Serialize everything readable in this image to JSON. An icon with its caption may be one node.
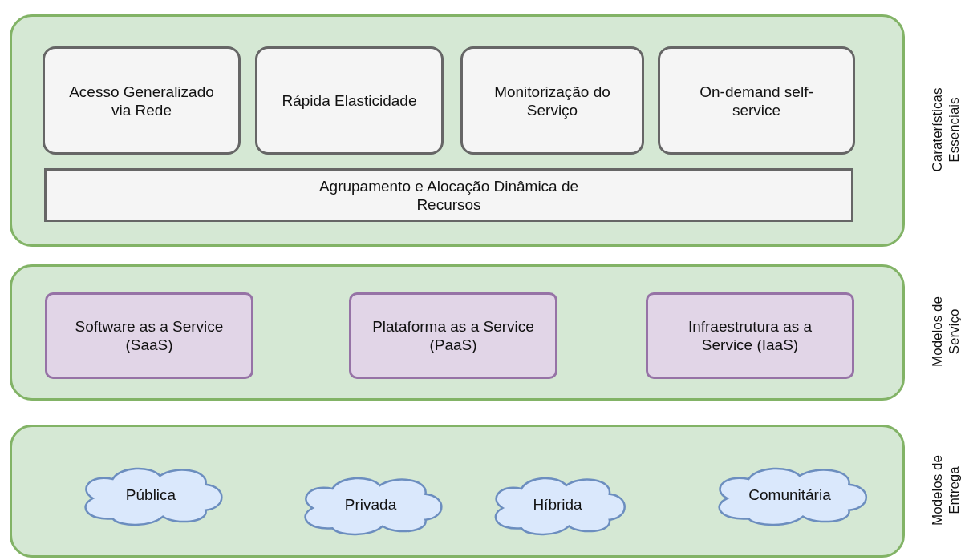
{
  "diagram": {
    "nodes": [
      {
        "text": [
          "Caraterísticas Essenciais"
        ]
      },
      {
        "text": [
          "Acesso Generalizado via Rede"
        ],
        "in": 0
      },
      {
        "text": [
          "Rápida Elasticidade"
        ],
        "in": 0
      },
      {
        "text": [
          "Monitorização do Serviço"
        ],
        "in": 0
      },
      {
        "text": [
          "On-demand self-service"
        ],
        "in": 0
      },
      {
        "text": [
          "Agrupamento e Alocação Dinâmica de Recursos"
        ],
        "in": 0
      },
      {
        "text": [
          "Modelos de Serviço"
        ]
      },
      {
        "text": [
          "Software as a Service (SaaS)"
        ],
        "in": 6
      },
      {
        "text": [
          "Plataforma as a Service (PaaS)"
        ],
        "in": 6
      },
      {
        "text": [
          "Infraestrutura as a Service (IaaS)"
        ],
        "in": 6
      },
      {
        "text": [
          "Modelos de Entrega"
        ]
      },
      {
        "text": [
          "Pública"
        ],
        "in": 10
      },
      {
        "text": [
          "Privada"
        ],
        "in": 10
      },
      {
        "text": [
          "Híbrida"
        ],
        "in": 10
      },
      {
        "text": [
          "Comunitária"
        ],
        "in": 10
      }
    ]
  }
}
